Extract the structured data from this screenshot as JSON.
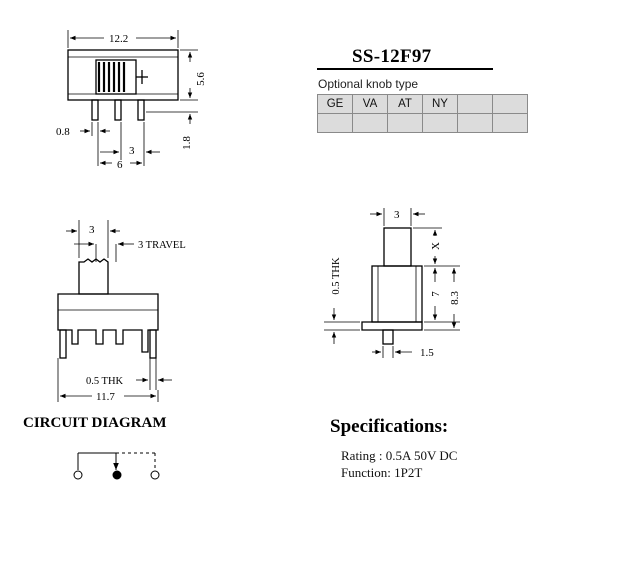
{
  "part_number": "SS-12F97",
  "knob": {
    "label": "Optional knob type",
    "types": [
      "GE",
      "VA",
      "AT",
      "NY",
      "",
      ""
    ],
    "empty_row": [
      "",
      "",
      "",
      "",
      "",
      ""
    ]
  },
  "front_view": {
    "width_dim": "12.2",
    "height_dim": "5.6",
    "pin_width_dim": "0.8",
    "pin_length_dim": "1.8",
    "pin_pitch_dim": "3",
    "pin_span_dim": "6"
  },
  "travel_view": {
    "knob_width_dim": "3",
    "travel_label": "3 TRAVEL",
    "thickness_label": "0.5 THK",
    "body_width_dim": "11.7"
  },
  "side_view": {
    "knob_width_dim": "3",
    "x_dim": "X",
    "body_height_dim": "7",
    "overall_height_dim": "8.3",
    "thickness_label": "0.5 THK",
    "pin_offset_dim": "1.5"
  },
  "circuit": {
    "title": "CIRCUIT DIAGRAM"
  },
  "specifications": {
    "title": "Specifications:",
    "rating": "Rating : 0.5A 50V DC",
    "function": "Function: 1P2T"
  }
}
